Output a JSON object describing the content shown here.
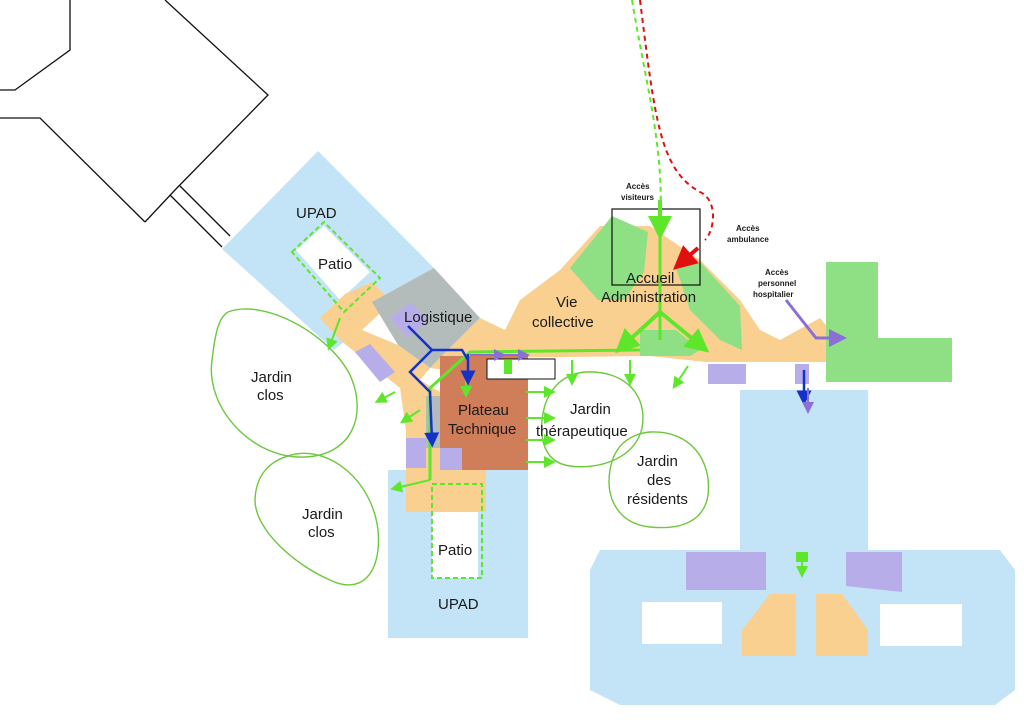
{
  "labels": {
    "upad_top": "UPAD",
    "patio_top": "Patio",
    "logistique": "Logistique",
    "vie_collective_1": "Vie",
    "vie_collective_2": "collective",
    "accueil_1": "Accueil",
    "accueil_2": "Administration",
    "jardin_clos_1a": "Jardin",
    "jardin_clos_1b": "clos",
    "jardin_clos_2a": "Jardin",
    "jardin_clos_2b": "clos",
    "plateau_1": "Plateau",
    "plateau_2": "Technique",
    "jardin_therap_1": "Jardin",
    "jardin_therap_2": "thérapeutique",
    "jardin_res_1": "Jardin",
    "jardin_res_2": "des",
    "jardin_res_3": "résidents",
    "patio_bottom": "Patio",
    "upad_bottom": "UPAD",
    "acces_visiteurs_1": "Accès",
    "acces_visiteurs_2": "visiteurs",
    "acces_ambulance_1": "Accès",
    "acces_ambulance_2": "ambulance",
    "acces_personnel_1": "Accès",
    "acces_personnel_2": "personnel",
    "acces_personnel_3": "hospitalier"
  },
  "colors": {
    "resident_zone": "#c3e4f6",
    "common_zone": "#f9d08f",
    "garden_green": "#8fdf84",
    "logistics_grey": "#b3bbbb",
    "technical_brown": "#d07d5a",
    "staff_purple": "#b7aee9",
    "visitor_flow": "#5ee62b",
    "ambulance_flow": "#e01010",
    "logistics_flow": "#1432c8",
    "staff_flow": "#8b6fd6",
    "garden_outline": "#6cc83c"
  },
  "icons": [
    "arrow-visitor-icon",
    "arrow-ambulance-icon",
    "arrow-staff-icon",
    "arrow-logistics-icon"
  ]
}
